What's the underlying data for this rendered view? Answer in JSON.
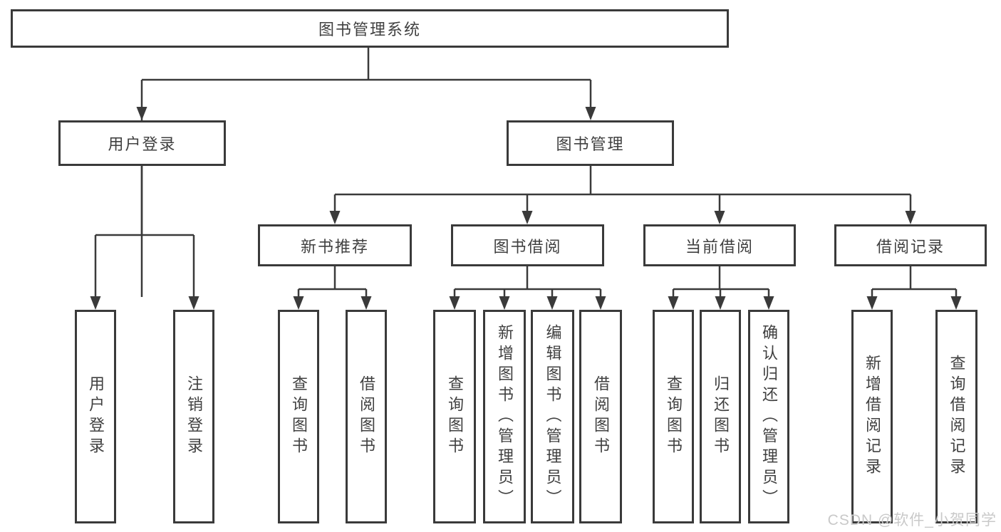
{
  "nodes": {
    "root": "图书管理系统",
    "user_login": "用户登录",
    "book_mgmt": "图书管理",
    "new_book_rec": "新书推荐",
    "book_borrow": "图书借阅",
    "current_borrow": "当前借阅",
    "borrow_records": "借阅记录",
    "user_login_leaf": "用户登录",
    "logout_leaf": "注销登录",
    "rec_query_books": "查询图书",
    "rec_borrow_books": "借阅图书",
    "bb_query_books": "查询图书",
    "bb_add_books": "新增图书（管理员）",
    "bb_edit_books": "编辑图书（管理员）",
    "bb_borrow_books": "借阅图书",
    "cb_query_books": "查询图书",
    "cb_return_books": "归还图书",
    "cb_confirm_return": "确认归还（管理员）",
    "br_add_record": "新增借阅记录",
    "br_query_record": "查询借阅记录"
  },
  "hierarchy": {
    "图书管理系统": {
      "用户登录": [
        "用户登录",
        "注销登录"
      ],
      "图书管理": {
        "新书推荐": [
          "查询图书",
          "借阅图书"
        ],
        "图书借阅": [
          "查询图书",
          "新增图书（管理员）",
          "编辑图书（管理员）",
          "借阅图书"
        ],
        "当前借阅": [
          "查询图书",
          "归还图书",
          "确认归还（管理员）"
        ],
        "借阅记录": [
          "新增借阅记录",
          "查询借阅记录"
        ]
      }
    }
  },
  "watermark": "CSDN @软件_小贺同学",
  "colors": {
    "line": "#3a3a3a",
    "text": "#404040",
    "watermark": "#c9c9c9",
    "background": "#ffffff"
  }
}
